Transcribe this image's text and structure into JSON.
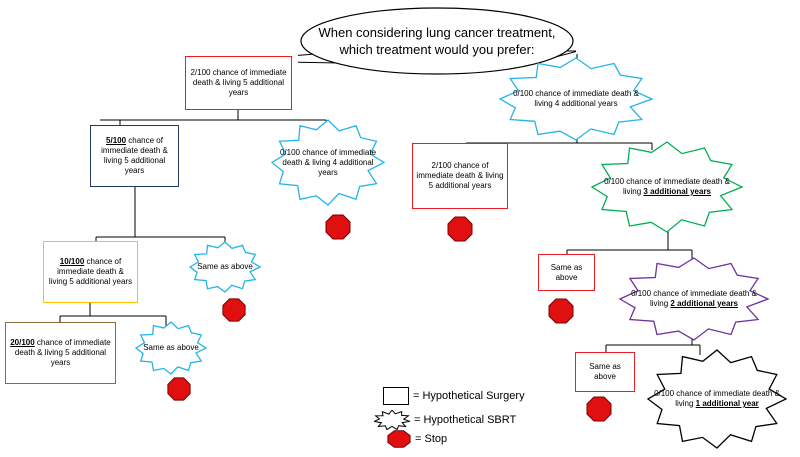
{
  "question": "When considering lung cancer treatment, which treatment would you prefer:",
  "colors": {
    "red": "#ee1c24",
    "navy": "#1f3864",
    "gold": "#ffc000",
    "brown": "#8b6a3e",
    "cyan": "#23b5e8",
    "green": "#00b050",
    "purple": "#7030a0",
    "black": "#000000",
    "stop_fill": "#e01010"
  },
  "nodes": {
    "surgery_top": {
      "pre": "",
      "bold": "",
      "post": "2/100 chance of immediate death & living 5 additional years"
    },
    "sbrt_top": {
      "pre": "",
      "bold": "",
      "post": "0/100 chance of immediate death & living 4 additional years"
    },
    "surgery_l2": {
      "pre": "",
      "bold": "5/100",
      "post": " chance of immediate death & living 5 additional years"
    },
    "sbrt_l2_left": {
      "pre": "",
      "bold": "",
      "post": "0/100 chance of immediate death & living 4 additional years"
    },
    "surgery_l2_right": {
      "pre": "",
      "bold": "",
      "post": "2/100 chance of immediate death & living 5 additional years"
    },
    "sbrt_l2_right": {
      "pre": "0/100 chance of immediate death & living ",
      "bold": "3 additional years",
      "post": ""
    },
    "surgery_l3": {
      "pre": "",
      "bold": "10/100",
      "post": " chance of immediate death & living 5 additional years"
    },
    "sbrt_l3_left": {
      "pre": "",
      "bold": "",
      "post": "Same as above"
    },
    "surgery_l3_right": {
      "pre": "",
      "bold": "",
      "post": "Same as above"
    },
    "sbrt_l3_right": {
      "pre": "0/100 chance of immediate death & living ",
      "bold": "2 additional years",
      "post": ""
    },
    "surgery_l4": {
      "pre": "",
      "bold": "20/100",
      "post": " chance of immediate death & living 5 additional years"
    },
    "sbrt_l4_left": {
      "pre": "",
      "bold": "",
      "post": "Same as above"
    },
    "surgery_l4_right": {
      "pre": "",
      "bold": "",
      "post": "Same as above"
    },
    "sbrt_l4_right": {
      "pre": "0/100 chance of immediate death & living ",
      "bold": "1 additional year",
      "post": ""
    }
  },
  "legend": {
    "surgery": "= Hypothetical Surgery",
    "sbrt": "= Hypothetical SBRT",
    "stop": "= Stop"
  }
}
